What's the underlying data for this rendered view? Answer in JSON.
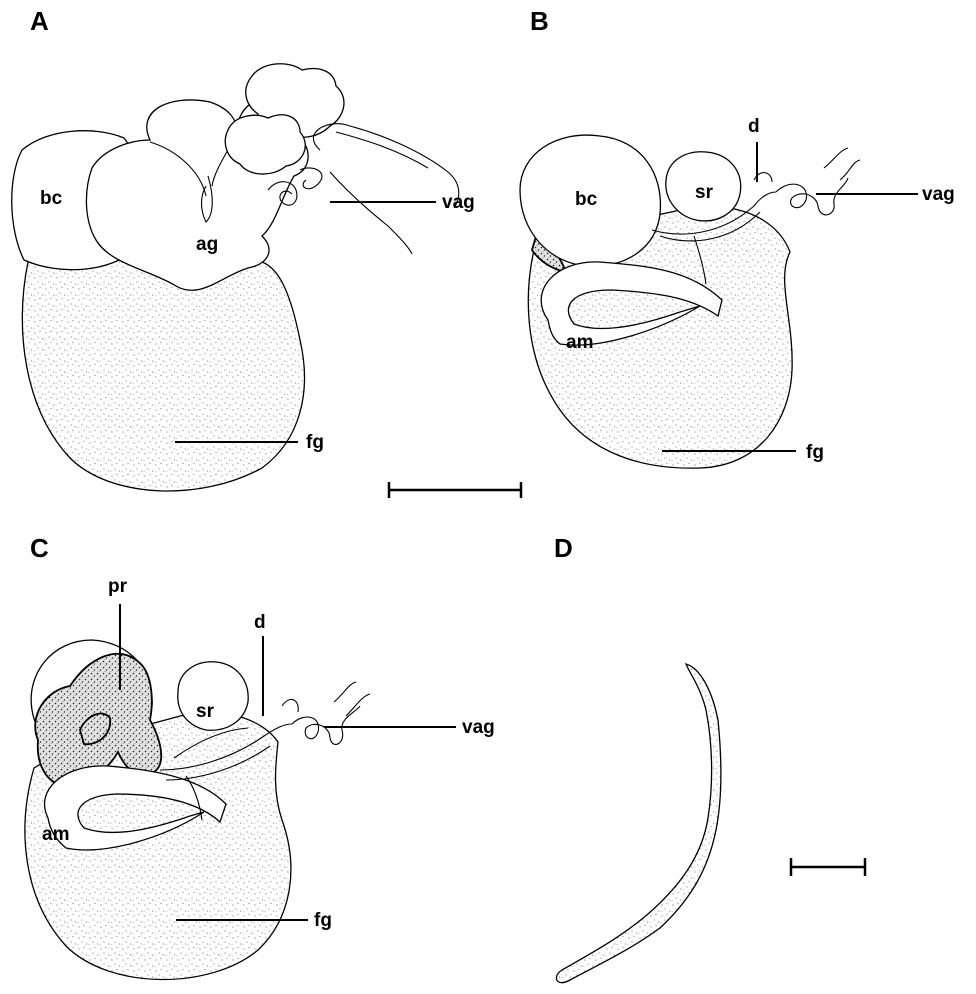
{
  "panels": {
    "a": {
      "letter": "A",
      "labels": {
        "bc": "bc",
        "ag": "ag",
        "vag": "vag",
        "fg": "fg"
      }
    },
    "b": {
      "letter": "B",
      "labels": {
        "bc": "bc",
        "sr": "sr",
        "d": "d",
        "vag": "vag",
        "am": "am",
        "fg": "fg"
      }
    },
    "c": {
      "letter": "C",
      "labels": {
        "pr": "pr",
        "sr": "sr",
        "d": "d",
        "vag": "vag",
        "am": "am",
        "fg": "fg"
      }
    },
    "d": {
      "letter": "D"
    }
  }
}
